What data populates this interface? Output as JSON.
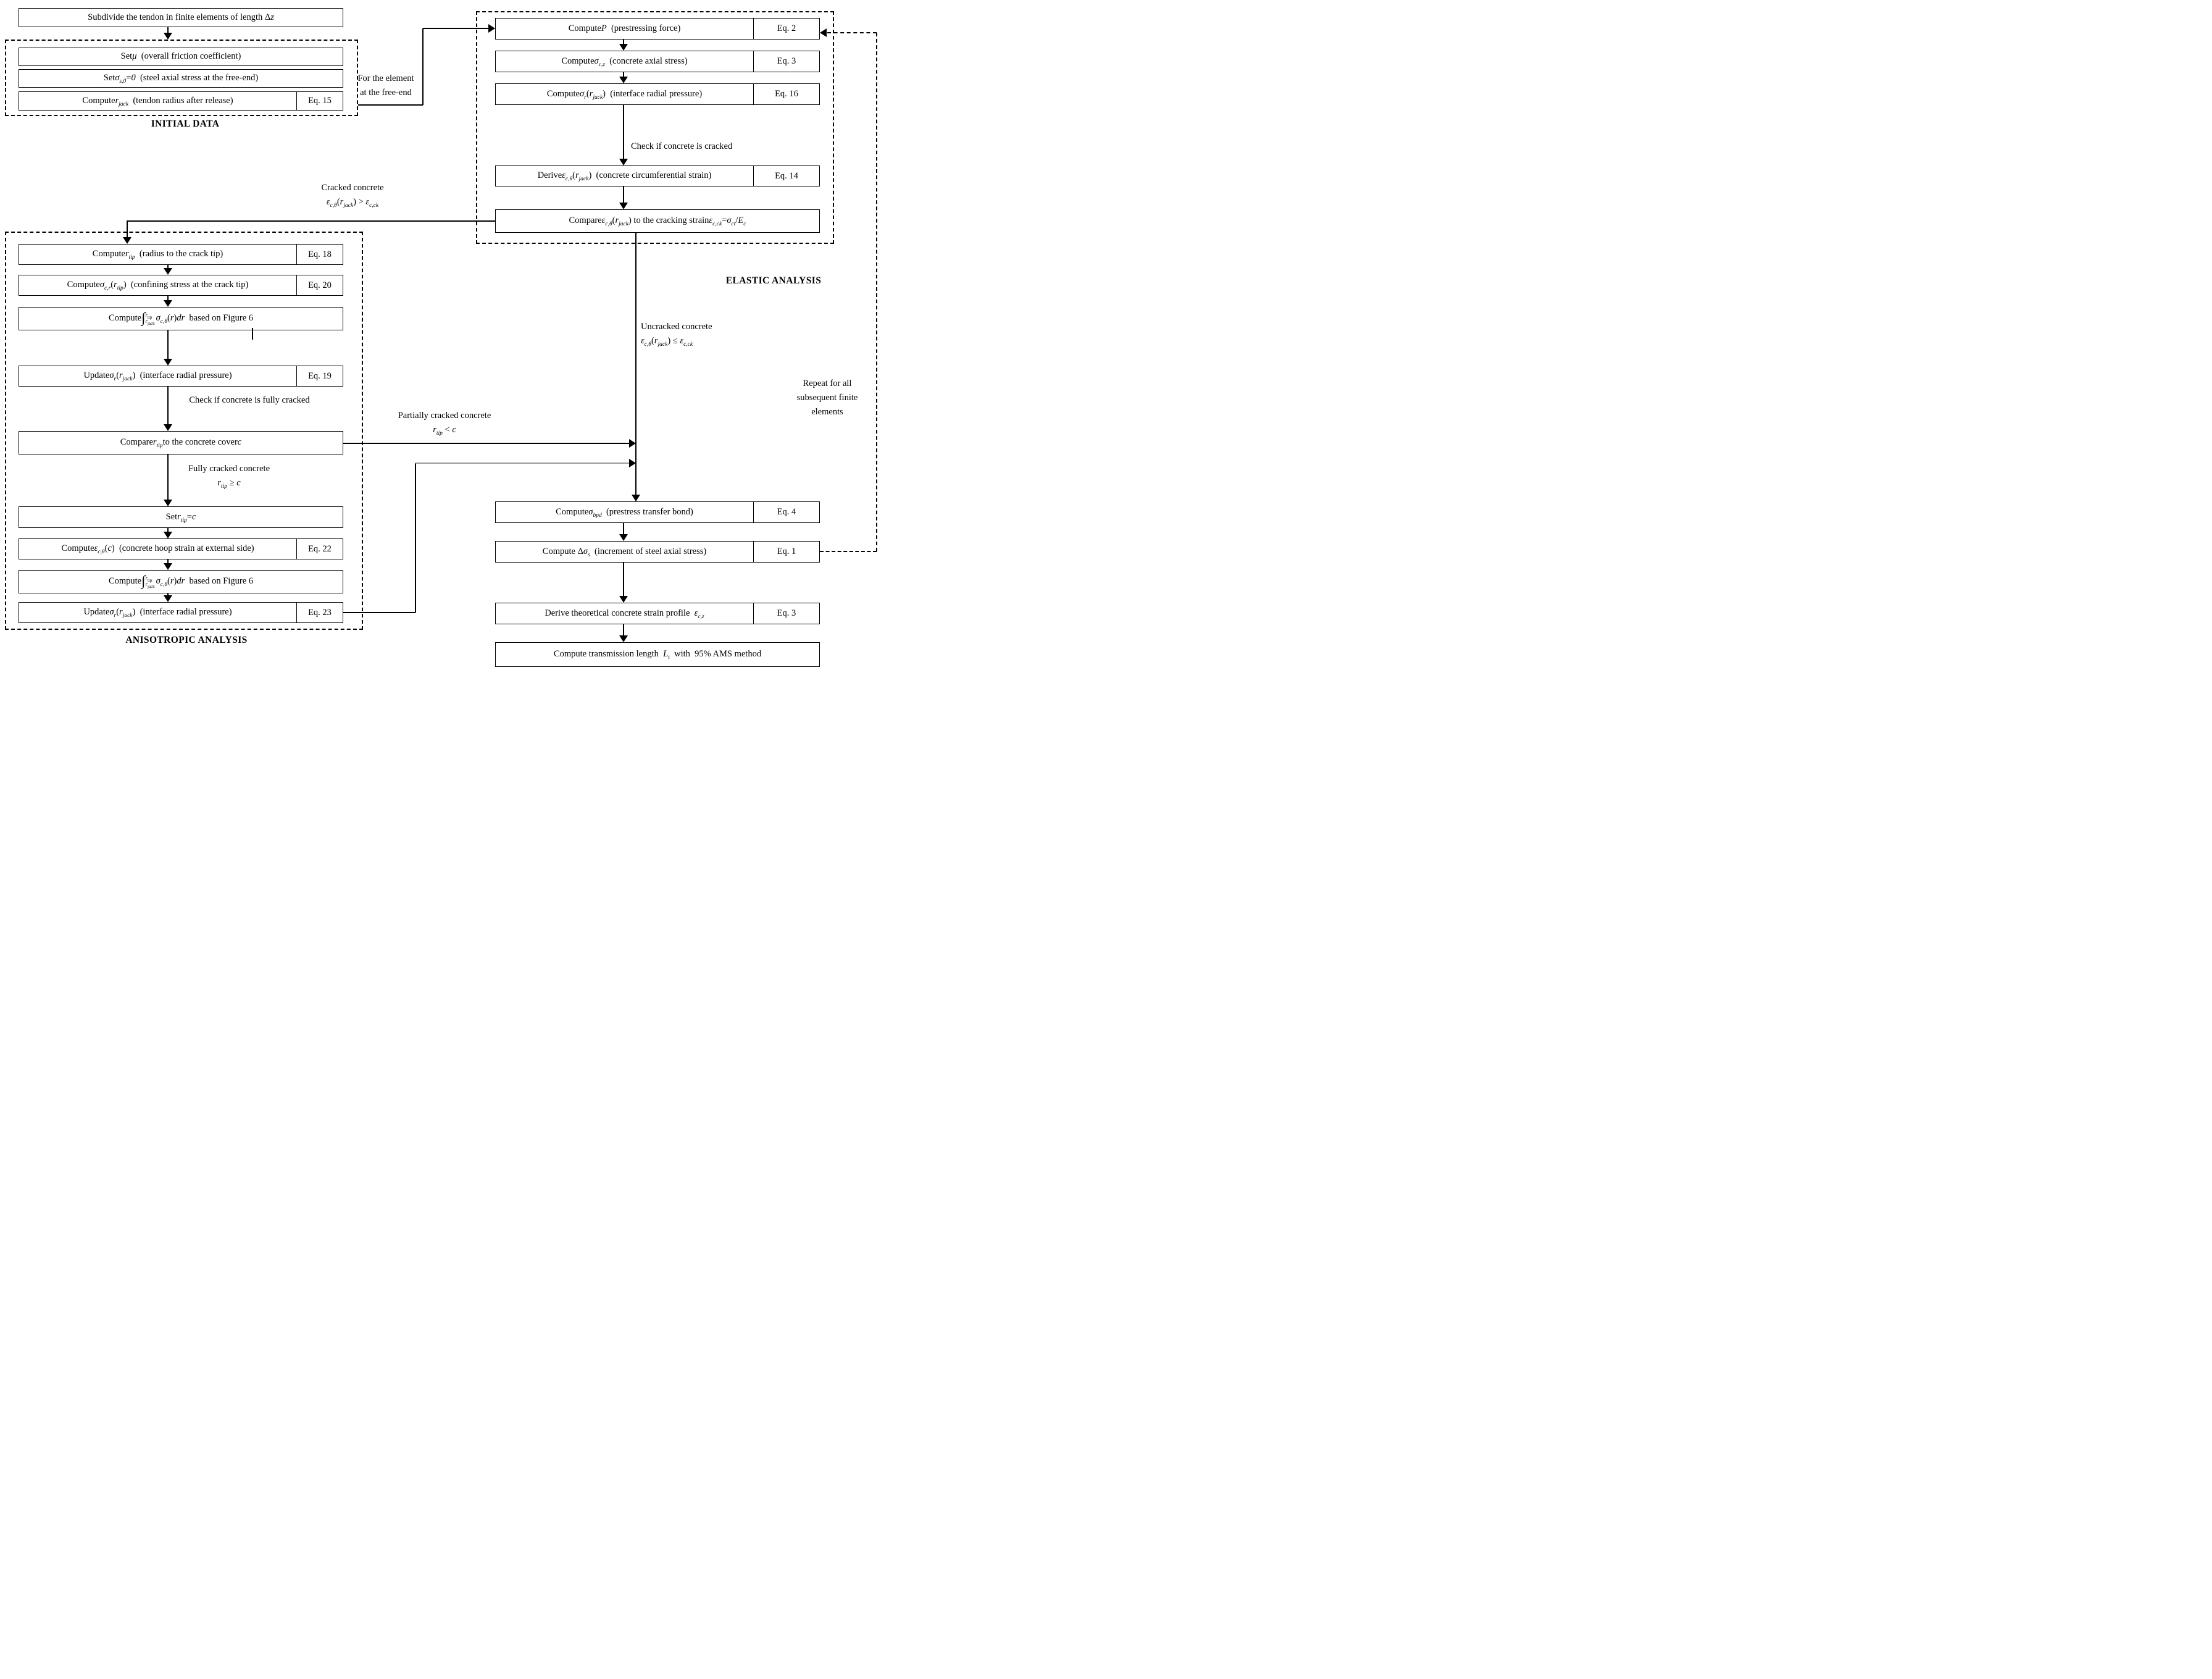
{
  "diagram": {
    "colors": {
      "background": "#ffffff",
      "line": "#000000",
      "gray_line": "#9b9b9b"
    },
    "groups": {
      "initial_data": {
        "label": "INITIAL DATA"
      },
      "elastic": {
        "label": "ELASTIC ANALYSIS"
      },
      "anisotropic": {
        "label": "ANISOTROPIC ANALYSIS"
      }
    },
    "boxes": {
      "subdivide": {
        "html": "Subdivide the tendon in finite elements of length Δ<i>z</i>"
      },
      "set_mu": {
        "html": "Set <i>μ</i>&nbsp; (overall friction coefficient)"
      },
      "set_sigma": {
        "html": "Set <i>σ<sub>s,0</sub></i> = <i>0</i>&nbsp; (steel axial stress at the free-end)"
      },
      "compute_rjack": {
        "html": "Compute <i>r<sub>jack</sub></i>&nbsp; (tendon radius after release)",
        "eq": "Eq. 15"
      },
      "compute_p": {
        "html": "Compute <i>P</i>&nbsp; (prestressing force)",
        "eq": "Eq. 2"
      },
      "compute_scz": {
        "html": "Compute <i>σ<sub>c,z</sub></i>&nbsp; (concrete axial stress)",
        "eq": "Eq. 3"
      },
      "compute_sr": {
        "html": "Compute <i>σ<sub>r</sub></i>(<i>r<sub>jack</sub></i>)&nbsp; (interface radial pressure)",
        "eq": "Eq. 16"
      },
      "derive_eps": {
        "html": "Derive <i>ε<sub>c,θ</sub></i>(<i>r<sub>jack</sub></i>)&nbsp; (concrete circumferential strain)",
        "eq": "Eq. 14"
      },
      "compare_eps": {
        "html": "Compare <i>ε<sub>c,θ</sub></i>(<i>r<sub>jack</sub></i>) to the cracking strain <i>ε<sub>c,ck</sub></i> = <i>σ<sub>ct</sub></i>/<i>E<sub>c</sub></i>"
      },
      "compute_rtip": {
        "html": "Compute <i>r<sub>tip</sub></i>&nbsp; (radius to the crack tip)",
        "eq": "Eq. 18"
      },
      "compute_scr": {
        "html": "Compute <i>σ<sub>c,r</sub></i>(<i>r<sub>tip</sub></i>)&nbsp; (confining stress at the crack tip)",
        "eq": "Eq. 20"
      },
      "integral_a": {
        "html": "Compute <span class=\"bigint\">∫</span><span class=\"ilim\"><span><i>r</i><sub>tip</sub></span><span><i>r</i><sub>jack</sub></span></span> <i>σ<sub>c,θ</sub></i>(<i>r</i>) <i>dr</i>&nbsp; based on Figure 6"
      },
      "update_sr_a": {
        "html": "Update <i>σ<sub>r</sub></i>(<i>r<sub>jack</sub></i>)&nbsp; (interface radial pressure)",
        "eq": "Eq. 19"
      },
      "compare_rtip": {
        "html": "Compare <i>r<sub>tip</sub></i> to the concrete cover <i>c</i>"
      },
      "set_rtip": {
        "html": "Set <i>r<sub>tip</sub></i> = <i>c</i>"
      },
      "compute_epsc": {
        "html": "Compute <i>ε<sub>c,θ</sub></i>(<i>c</i>)&nbsp; (concrete hoop strain at external side)",
        "eq": "Eq. 22"
      },
      "integral_b": {
        "html": "Compute <span class=\"bigint\">∫</span><span class=\"ilim\"><span><i>r</i><sub>tip</sub></span><span><i>r</i><sub>jack</sub></span></span> <i>σ<sub>c,θ</sub></i>(<i>r</i>) <i>dr</i>&nbsp; based on Figure 6"
      },
      "update_sr_b": {
        "html": "Update <i>σ<sub>r</sub></i>(<i>r<sub>jack</sub></i>)&nbsp; (interface radial pressure)",
        "eq": "Eq. 23"
      },
      "compute_sbpd": {
        "html": "Compute <i>σ<sub>bpd</sub></i>&nbsp; (prestress transfer bond)",
        "eq": "Eq. 4"
      },
      "compute_dsigma": {
        "html": "Compute Δ<i>σ<sub>s</sub></i>&nbsp; (increment of steel axial stress)",
        "eq": "Eq. 1"
      },
      "derive_profile": {
        "html": "Derive theoretical concrete strain profile &nbsp;<i>ε<sub>c,z</sub></i>",
        "eq": "Eq. 3"
      },
      "transmission": {
        "html": "Compute transmission length &nbsp;<i>L<sub>t</sub></i>&nbsp; with&nbsp; 95% AMS method"
      }
    },
    "edge_labels": {
      "free_end": {
        "html": "For the element<br>at the free-end"
      },
      "check_cracked": {
        "html": "Check if concrete is cracked"
      },
      "cracked": {
        "html": "Cracked concrete<br><i>ε<sub>c,θ</sub></i>(<i>r<sub>jack</sub></i>) &gt; <i>ε<sub>c,ck</sub></i>"
      },
      "uncracked": {
        "html": "Uncracked concrete<br><i>ε<sub>c,θ</sub></i>(<i>r<sub>jack</sub></i>) ≤ <i>ε<sub>c,ck</sub></i>"
      },
      "check_fully_cracked": {
        "html": "Check if concrete is fully cracked"
      },
      "fully_cracked": {
        "html": "Fully cracked concrete<br><i>r<sub>tip</sub></i> ≥ <i>c</i>"
      },
      "partially_cracked": {
        "html": "Partially cracked concrete<br><i>r<sub>tip</sub></i> &lt; <i>c</i>"
      },
      "repeat": {
        "html": "Repeat for all<br>subsequent finite<br>elements"
      }
    }
  }
}
